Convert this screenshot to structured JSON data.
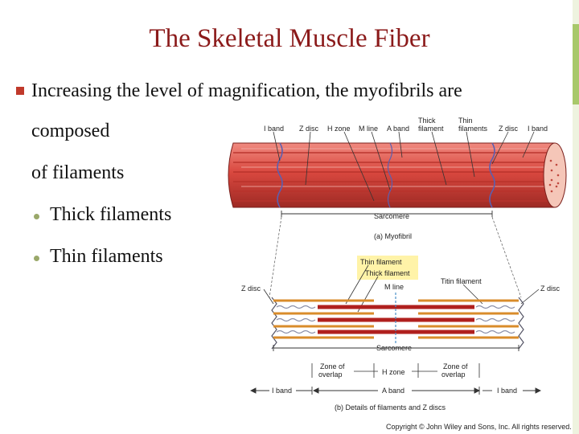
{
  "slide": {
    "title": "The Skeletal Muscle Fiber",
    "bullet_line1": "Increasing the level of magnification, the myofibrils are",
    "bullet_line2": "composed",
    "bullet_line3": "of filaments",
    "sub_bullets": [
      "Thick filaments",
      "Thin filaments"
    ]
  },
  "figure": {
    "top_labels": {
      "i_band_left": "I band",
      "z_disc_left": "Z disc",
      "h_zone": "H zone",
      "m_line": "M line",
      "a_band": "A band",
      "thick_filament_1": "Thick",
      "thick_filament_2": "filament",
      "thin_filament_1": "Thin",
      "thin_filament_2": "filaments",
      "z_disc_right": "Z disc",
      "i_band_right": "I band"
    },
    "sarcomere_top": "Sarcomere",
    "caption_a": "(a) Myofibril",
    "thin_filament": "Thin filament",
    "thick_filament": "Thick filament",
    "m_line_lower": "M line",
    "titin_filament": "Titin filament",
    "z_disc_lower_left": "Z disc",
    "z_disc_lower_right": "Z disc",
    "sarcomere_bottom": "Sarcomere",
    "zone_overlap_left_1": "Zone of",
    "zone_overlap_left_2": "overlap",
    "h_zone_lower": "H zone",
    "zone_overlap_right_1": "Zone of",
    "zone_overlap_right_2": "overlap",
    "i_band_lower_left": "I band",
    "a_band_lower": "A band",
    "i_band_lower_right": "I band",
    "caption_b": "(b) Details of filaments and Z discs"
  },
  "copyright": "Copyright © John Wiley and Sons, Inc. All rights reserved.",
  "colors": {
    "title": "#8b1a1a",
    "bullet": "#c0392b",
    "muscle": "#d9534f",
    "callout": "#fff3a8"
  }
}
